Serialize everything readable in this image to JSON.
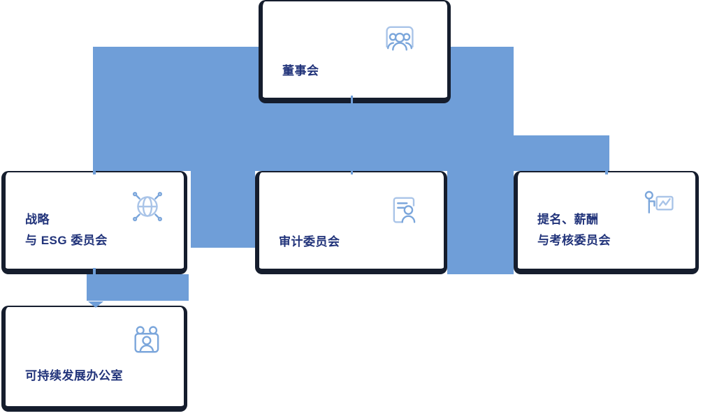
{
  "colors": {
    "connector_blue": "#6f9ed8",
    "card_border_navy": "#151d2d",
    "label_navy": "#21337a",
    "icon_blue": "#7ba6db",
    "icon_blue_light": "#a9c4e8",
    "card_background": "#ffffff"
  },
  "org_chart": {
    "nodes": [
      {
        "id": "board",
        "label_lines": [
          "董事会"
        ],
        "icon": "people-meeting-icon"
      },
      {
        "id": "strategy_esg",
        "label_lines": [
          "战略",
          "与 ESG 委员会"
        ],
        "icon": "globe-network-icon"
      },
      {
        "id": "audit",
        "label_lines": [
          "审计委员会"
        ],
        "icon": "audit-report-icon"
      },
      {
        "id": "nomination_remuneration",
        "label_lines": [
          "提名、薪酬",
          "与考核委员会"
        ],
        "icon": "presenter-chart-icon"
      },
      {
        "id": "sustainability_office",
        "label_lines": [
          "可持续发展办公室"
        ],
        "icon": "team-office-icon"
      }
    ]
  }
}
